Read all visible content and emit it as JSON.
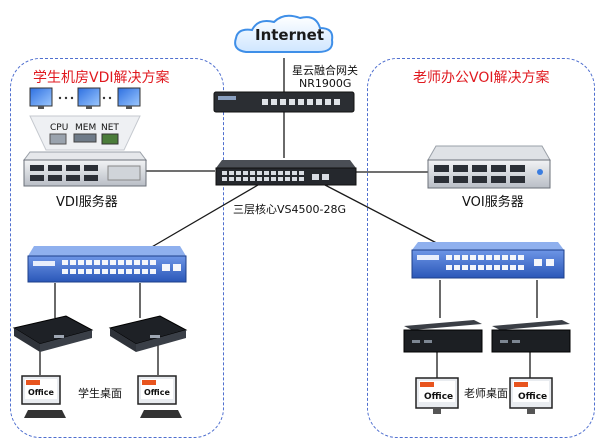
{
  "cloud": {
    "label": "Internet"
  },
  "gateway": {
    "name": "星云融合网关",
    "model": "NR1900G"
  },
  "core": {
    "label": "三层核心VS4500-28G"
  },
  "student_zone": {
    "title": "学生机房VDI解决方案",
    "server_label": "VDI服务器",
    "resource_labels": [
      "CPU",
      "MEM",
      "NET"
    ],
    "desktop_label": "学生桌面",
    "app_label": "Office"
  },
  "teacher_zone": {
    "title": "老师办公VOI解决方案",
    "server_label": "VOI服务器",
    "desktop_label": "老师桌面",
    "app_label": "Office"
  },
  "colors": {
    "zone_border": "#4f6fcf",
    "title": "#e0191f",
    "line": "#1a1a1a",
    "switch_blue": "#2a57b8"
  }
}
